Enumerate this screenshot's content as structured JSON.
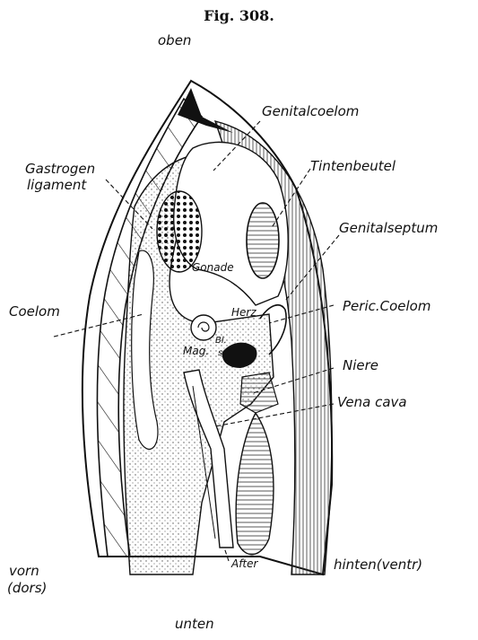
{
  "figure": {
    "title": "Fig. 308."
  },
  "orientation": {
    "top": "oben",
    "bottom": "unten",
    "front_line1": "vorn",
    "front_line2": "(dors)",
    "back": "hinten(ventr)"
  },
  "labels": {
    "genitalcoelom": "Genitalcoelom",
    "tintenbeutel": "Tintenbeutel",
    "gastrogen_line1": "Gastrogen",
    "gastrogen_line2": "ligament",
    "genitalseptum": "Genitalseptum",
    "gonade": "Gonade",
    "peric_coelom": "Peric.Coelom",
    "herz": "Herz",
    "coelom": "Coelom",
    "mag": "Mag.",
    "bl": "Bl.",
    "s": "s.",
    "niere": "Niere",
    "vena_cava": "Vena cava",
    "after": "After"
  },
  "colors": {
    "ink": "#111111",
    "paper": "#ffffff",
    "stipple": "#555555"
  }
}
